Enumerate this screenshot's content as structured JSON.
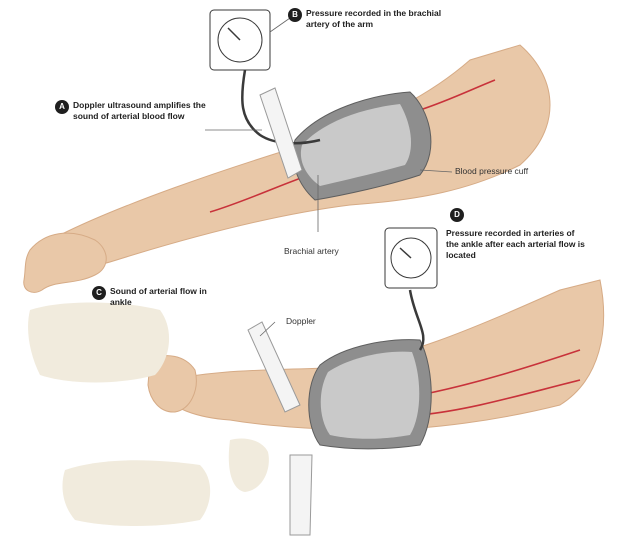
{
  "colors": {
    "skin": "#e9c8a8",
    "skin_shadow": "#d6ab86",
    "cuff": "#8e8e8e",
    "cuff_light": "#c9c9c9",
    "cuff_dark": "#5e5e5e",
    "artery": "#c8323a",
    "gauge_face": "#ffffff",
    "tube": "#3a3a3a",
    "blank": "#f1ebdd"
  },
  "steps": {
    "a": {
      "badge": "A",
      "text": "Doppler ultrasound amplifies the sound of arterial blood flow"
    },
    "b": {
      "badge": "B",
      "text": "Pressure recorded in the brachial artery of the arm"
    },
    "c": {
      "badge": "C",
      "text": "Sound of arterial flow in ankle"
    },
    "d": {
      "badge": "D",
      "text": "Pressure recorded in arteries of the ankle after each arterial flow is located"
    }
  },
  "callouts": {
    "cuff": "Blood pressure cuff",
    "brachial_artery": "Brachial artery",
    "doppler": "Doppler"
  },
  "icons": {
    "gauge": "pressure-gauge-icon",
    "probe": "doppler-probe-icon"
  }
}
